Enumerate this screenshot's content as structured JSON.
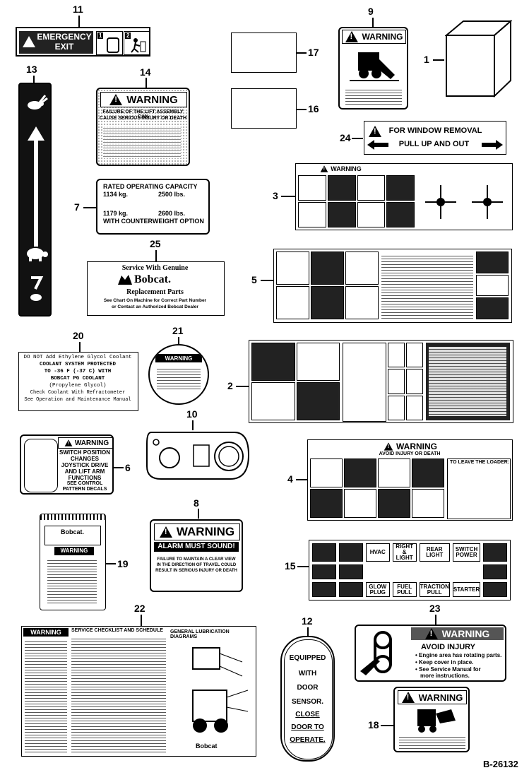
{
  "diagram_id": "B-26132",
  "callouts": [
    "1",
    "2",
    "3",
    "4",
    "5",
    "6",
    "7",
    "8",
    "9",
    "10",
    "11",
    "12",
    "13",
    "14",
    "15",
    "16",
    "17",
    "18",
    "19",
    "20",
    "21",
    "22",
    "23",
    "24",
    "25"
  ],
  "decal_11": {
    "line1": "EMERGENCY",
    "line2": "EXIT",
    "box1": "1",
    "box2": "2"
  },
  "decal_9": {
    "header": "WARNING"
  },
  "decal_14": {
    "header": "WARNING",
    "line1": "FAILURE OF THE LIFT ASSEMBLY CAN",
    "line2": "CAUSE SERIOUS INJURY OR DEATH"
  },
  "decal_24": {
    "line1": "FOR WINDOW REMOVAL",
    "line2": "PULL UP AND OUT"
  },
  "decal_7": {
    "title": "RATED OPERATING CAPACITY",
    "kg1": "1134 kg.",
    "lbs1": "2500 lbs.",
    "kg2": "1179 kg.",
    "lbs2": "2600 lbs.",
    "option": "WITH COUNTERWEIGHT OPTION"
  },
  "decal_3": {
    "header": "WARNING"
  },
  "decal_25": {
    "line1": "Service With Genuine",
    "brand": "Bobcat.",
    "line2": "Replacement Parts",
    "line3": "See Chart On Machine for Correct Part Number",
    "line4": "or Contact an Authorized Bobcat Dealer"
  },
  "decal_20": {
    "line1": "DO NOT Add Ethylene Glycol Coolant",
    "line2": "COOLANT SYSTEM PROTECTED",
    "line3": "TO -36 F (-37 C) WITH",
    "line4": "BOBCAT PG COOLANT",
    "line5": "(Propylene Glycol)",
    "line6": "Check Coolant With Refractometer",
    "line7": "See Operation and Maintenance Manual"
  },
  "decal_21": {
    "header": "WARNING"
  },
  "decal_6": {
    "header": "WARNING",
    "line1": "SWITCH POSITION",
    "line2": "CHANGES",
    "line3": "JOYSTICK DRIVE",
    "line4": "AND LIFT ARM",
    "line5": "FUNCTIONS",
    "line6": "SEE CONTROL",
    "line7": "PATTERN DECALS"
  },
  "decal_4": {
    "header": "WARNING",
    "sub": "AVOID INJURY OR DEATH",
    "right": "TO LEAVE THE LOADER:"
  },
  "decal_8": {
    "header": "WARNING",
    "line1": "ALARM MUST SOUND!",
    "line2": "FAILURE TO MAINTAIN A CLEAR VIEW",
    "line3": "IN THE DIRECTION OF TRAVEL COULD",
    "line4": "RESULT IN SERIOUS INJURY OR DEATH"
  },
  "decal_19": {
    "brand": "Bobcat.",
    "header": "WARNING"
  },
  "decal_15": {
    "keys": [
      "HVAC",
      "RIGHT & LIGHT",
      "REAR LIGHT",
      "SWITCH POWER",
      "GLOW PLUG",
      "FUEL PULL",
      "TRACTION PULL",
      "STARTER"
    ]
  },
  "decal_22": {
    "header": "WARNING",
    "title1": "SERVICE CHECKLIST AND SCHEDULE",
    "title2": "GENERAL LUBRICATION DIAGRAMS",
    "brand": "Bobcat"
  },
  "decal_12": {
    "line1": "EQUIPPED",
    "line2": "WITH",
    "line3": "DOOR",
    "line4": "SENSOR.",
    "line5": "CLOSE",
    "line6": "DOOR TO",
    "line7": "OPERATE."
  },
  "decal_23": {
    "header": "WARNING",
    "sub": "AVOID INJURY",
    "b1": "Engine area has rotating parts.",
    "b2": "Keep cover in place.",
    "b3": "See Service Manual for",
    "b4": "more instructions."
  },
  "decal_18": {
    "header": "WARNING"
  }
}
